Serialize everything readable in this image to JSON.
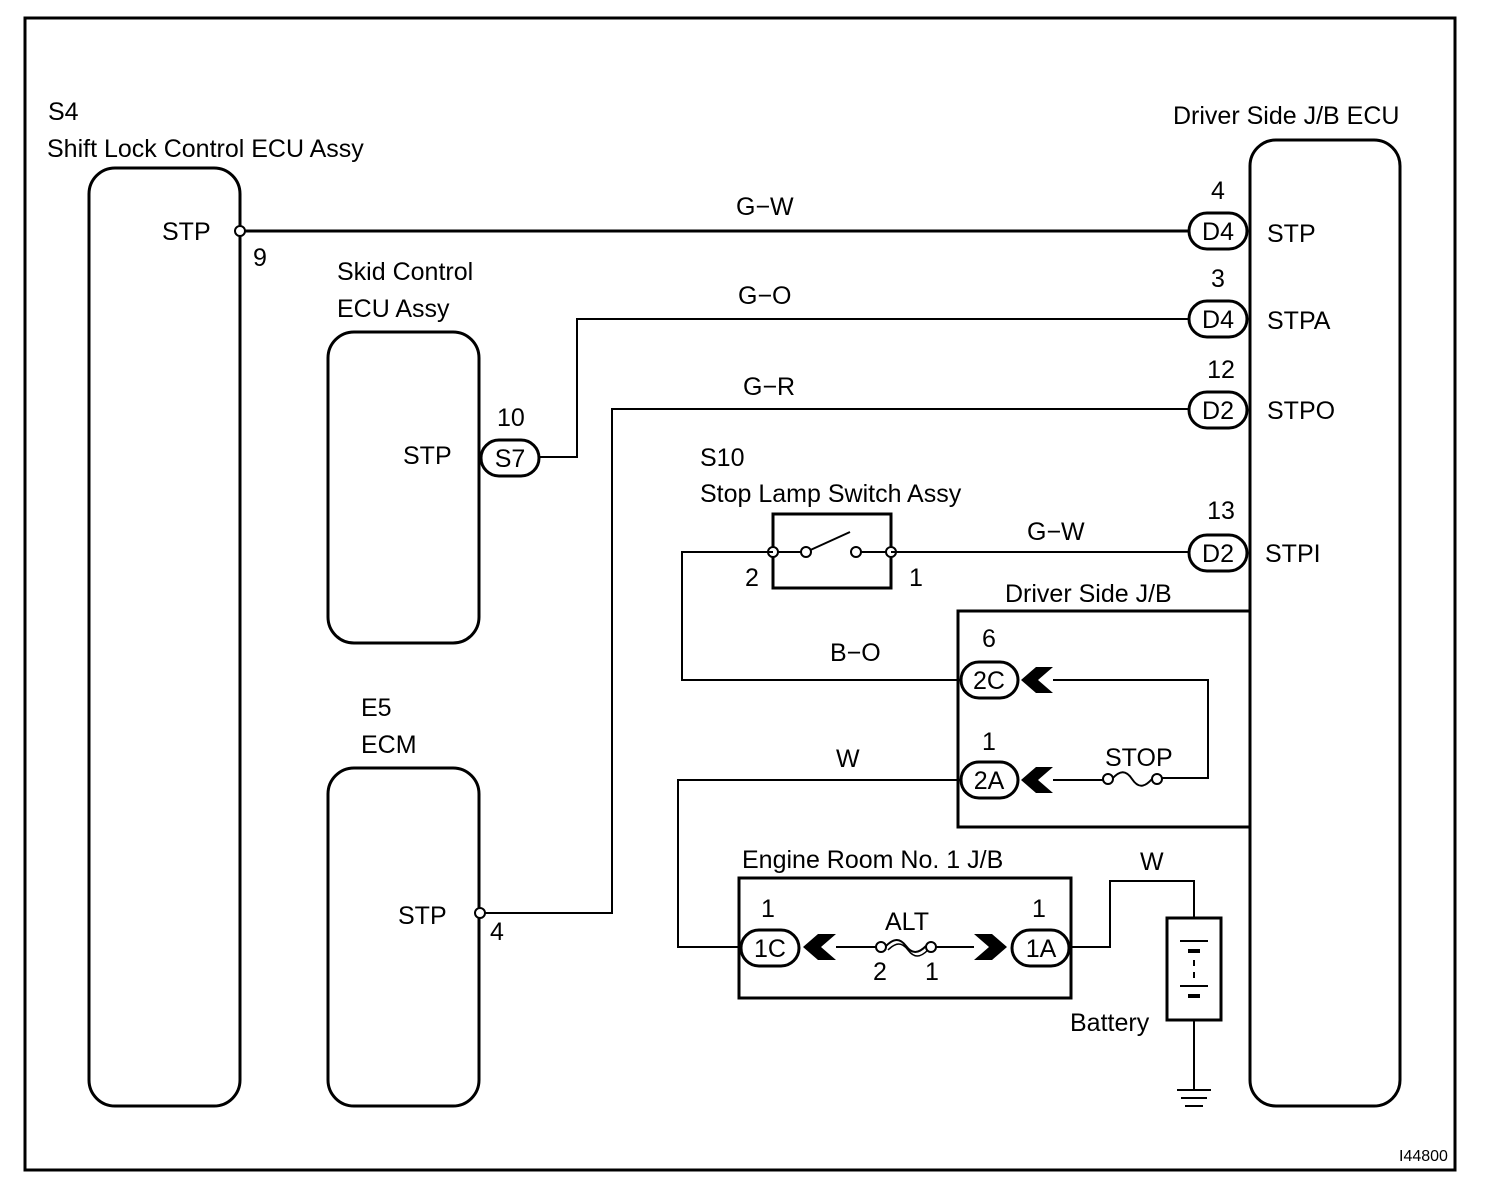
{
  "components": {
    "shift_lock_ecu": {
      "code": "S4",
      "name": "Shift Lock Control ECU Assy",
      "terminal_label": "STP",
      "pin": "9"
    },
    "skid_control_ecu": {
      "name_line1": "Skid Control",
      "name_line2": "ECU Assy",
      "terminal_label": "STP",
      "pin": "10",
      "connector": "S7"
    },
    "ecm": {
      "code": "E5",
      "name": "ECM",
      "terminal_label": "STP",
      "pin": "4"
    },
    "stop_lamp_switch": {
      "code": "S10",
      "name": "Stop Lamp Switch Assy",
      "pin_left": "2",
      "pin_right": "1"
    },
    "driver_jb_ecu": {
      "name": "Driver Side J/B ECU",
      "terminals": [
        {
          "pin": "4",
          "connector": "D4",
          "label": "STP"
        },
        {
          "pin": "3",
          "connector": "D4",
          "label": "STPA"
        },
        {
          "pin": "12",
          "connector": "D2",
          "label": "STPO"
        },
        {
          "pin": "13",
          "connector": "D2",
          "label": "STPI"
        }
      ]
    },
    "driver_jb": {
      "name": "Driver Side J/B",
      "conn_upper": {
        "pin": "6",
        "connector": "2C"
      },
      "conn_lower": {
        "pin": "1",
        "connector": "2A"
      },
      "fuse": "STOP"
    },
    "engine_room_jb": {
      "name": "Engine Room No. 1 J/B",
      "conn_left": {
        "pin": "1",
        "connector": "1C"
      },
      "conn_right": {
        "pin": "1",
        "connector": "1A"
      },
      "fuse": "ALT",
      "fuse_pin_left": "2",
      "fuse_pin_right": "1"
    },
    "battery": {
      "name": "Battery"
    }
  },
  "wires": {
    "stp_line": "G−W",
    "stpa_line": "G−O",
    "stpo_line": "G−R",
    "stpi_line": "G−W",
    "switch_feed": "B−O",
    "fuse_feed": "W",
    "battery_feed": "W"
  },
  "figure_id": "I44800"
}
